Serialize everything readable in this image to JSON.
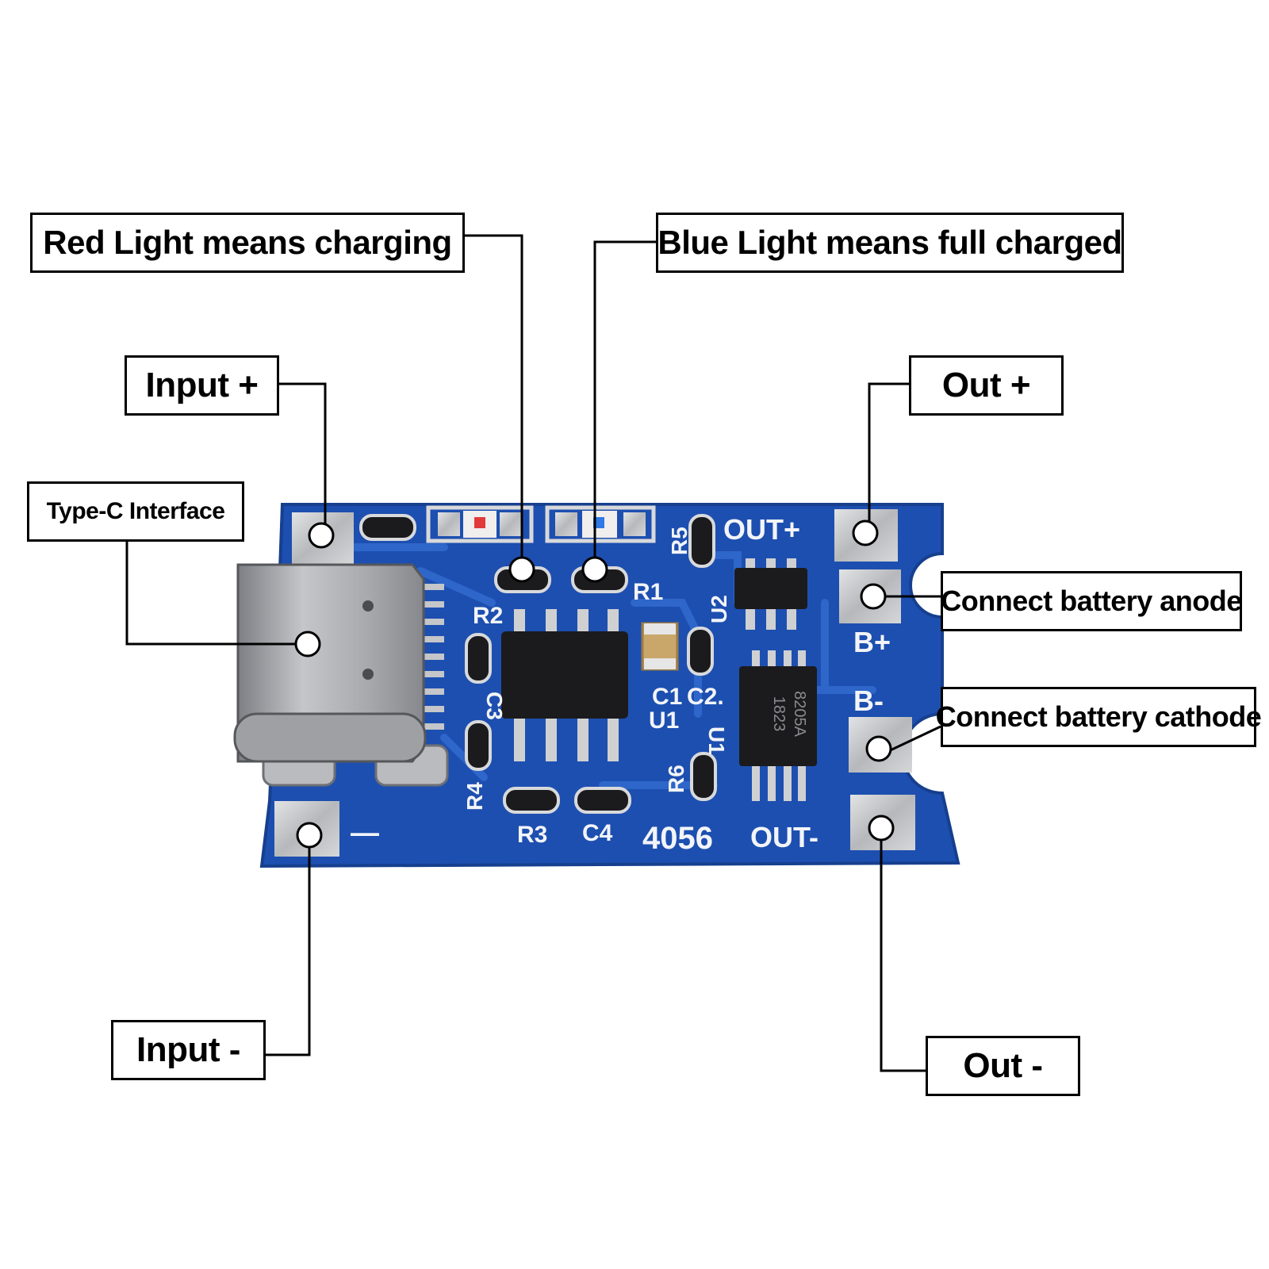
{
  "labels": {
    "red_light": "Red Light means charging",
    "blue_light": "Blue Light means full charged",
    "input_plus": "Input +",
    "out_plus": "Out +",
    "type_c": "Type-C Interface",
    "battery_anode": "Connect battery anode",
    "battery_cathode": "Connect battery cathode",
    "input_minus": "Input -",
    "out_minus": "Out -"
  },
  "board_silkscreen": {
    "out_plus": "OUT+",
    "out_minus": "OUT-",
    "b_plus": "B+",
    "b_minus": "B-",
    "chip_model": "4056",
    "minus_sign": "—",
    "r1": "R1",
    "r2": "R2",
    "r3": "R3",
    "r4": "R4",
    "r5": "R5",
    "r6": "R6",
    "c1": "C1",
    "c2": "C2.",
    "c3": "C3",
    "c4": "C4",
    "u1": "U1",
    "u1_side": "U1",
    "u2": "U2",
    "protect_chip_line1": "8205A",
    "protect_chip_line2": "1823"
  },
  "colors": {
    "pcb_blue": "#1d4fb0",
    "pcb_trace": "#2e66c9",
    "pad_silver": "#c9cacc",
    "ic_black": "#1b1b1d",
    "led_red": "#e03a3a",
    "led_blue": "#2f7ae6",
    "leader_line": "#000000"
  }
}
